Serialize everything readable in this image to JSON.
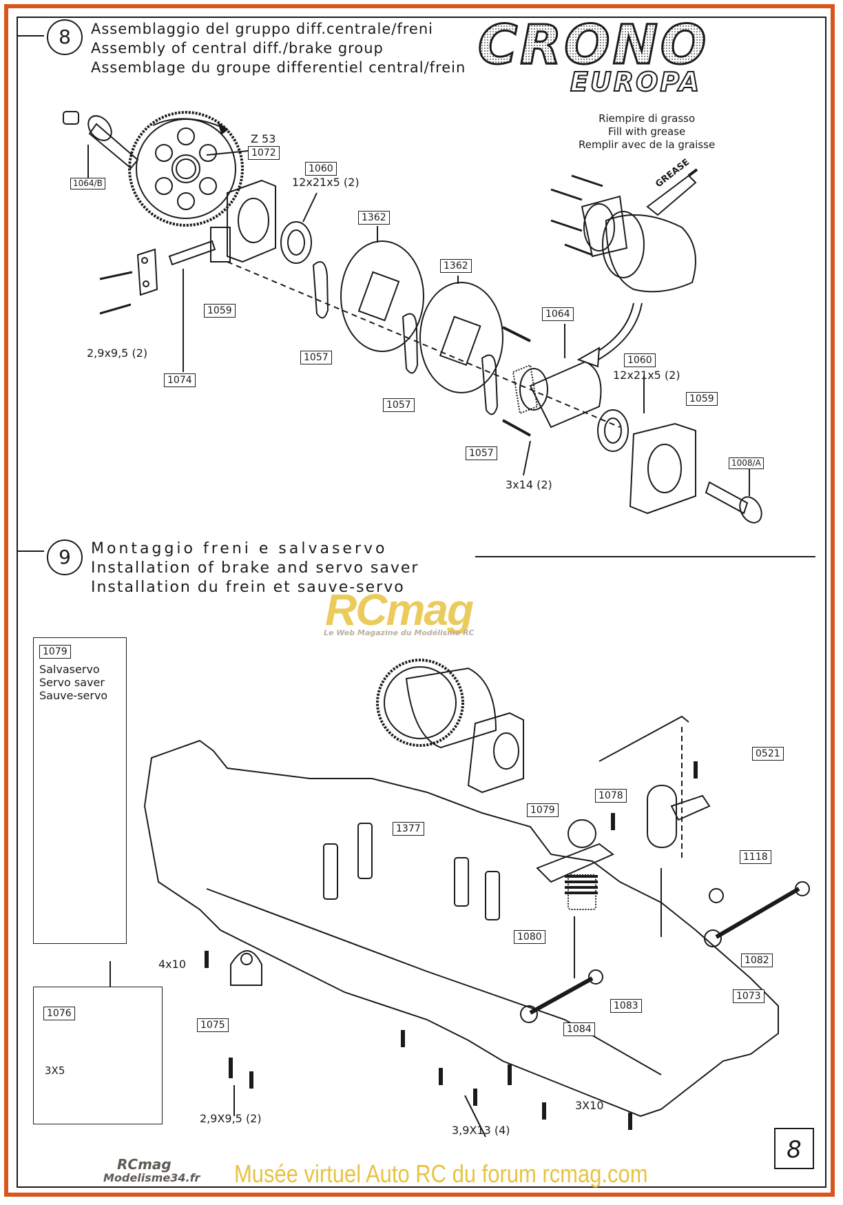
{
  "header": {
    "step_8_number": "8",
    "step_8_title_it": "Assemblaggio del gruppo diff.centrale/freni",
    "step_8_title_en": "Assembly of central diff./brake group",
    "step_8_title_fr": "Assemblage du groupe differentiel central/frein",
    "logo_main": "CRONO",
    "logo_sub": "EUROPA"
  },
  "step8": {
    "grease_note_it": "Riempire di grasso",
    "grease_note_en": "Fill with grease",
    "grease_note_fr": "Remplir avec de la graisse",
    "grease_tube_label": "GREASE",
    "gear_teeth": "Z 53",
    "parts": {
      "p1064b": "1064/B",
      "p1072": "1072",
      "p1060a": "1060",
      "p1060a_size": "12x21x5 (2)",
      "p1362a": "1362",
      "p1362b": "1362",
      "p1059a": "1059",
      "p1057a": "1057",
      "p1057b": "1057",
      "p1057c": "1057",
      "p1064": "1064",
      "p1060b": "1060",
      "p1060b_size": "12x21x5 (2)",
      "p1059b": "1059",
      "p1008a": "1008/A",
      "p1074": "1074",
      "screw_a": "2,9x9,5 (2)",
      "screw_b": "3x14 (2)"
    }
  },
  "step9": {
    "number": "9",
    "title_it": "Montaggio freni e salvaservo",
    "title_en": "Installation of brake and servo saver",
    "title_fr": "Installation du frein et sauve-servo",
    "inset1": {
      "part": "1079",
      "label_it": "Salvaservo",
      "label_en": "Servo saver",
      "label_fr": "Sauve-servo"
    },
    "inset2": {
      "part": "1076",
      "screw": "3X5"
    },
    "parts": {
      "p1377": "1377",
      "p1079": "1079",
      "p1078": "1078",
      "p0521": "0521",
      "p1118": "1118",
      "p1080": "1080",
      "p1082": "1082",
      "p1083": "1083",
      "p1084": "1084",
      "p1073": "1073",
      "p1075": "1075",
      "screw_4x10": "4x10",
      "screw_29": "2,9X9,5 (2)",
      "screw_39": "3,9X13 (4)",
      "screw_3x10": "3X10"
    }
  },
  "page_number": "8",
  "watermarks": {
    "rcmag_mid": "RCmag",
    "rcmag_mid_sub": "Le Web Magazine du Modélisme RC",
    "rcmag_small": "RCmag",
    "modelisme": "Modelisme34.fr",
    "footer": "Musée virtuel Auto RC du forum rcmag.com"
  },
  "colors": {
    "frame_orange": "#d9551d",
    "watermark_yellow": "#e8c23f",
    "ink": "#1a1a1a"
  }
}
